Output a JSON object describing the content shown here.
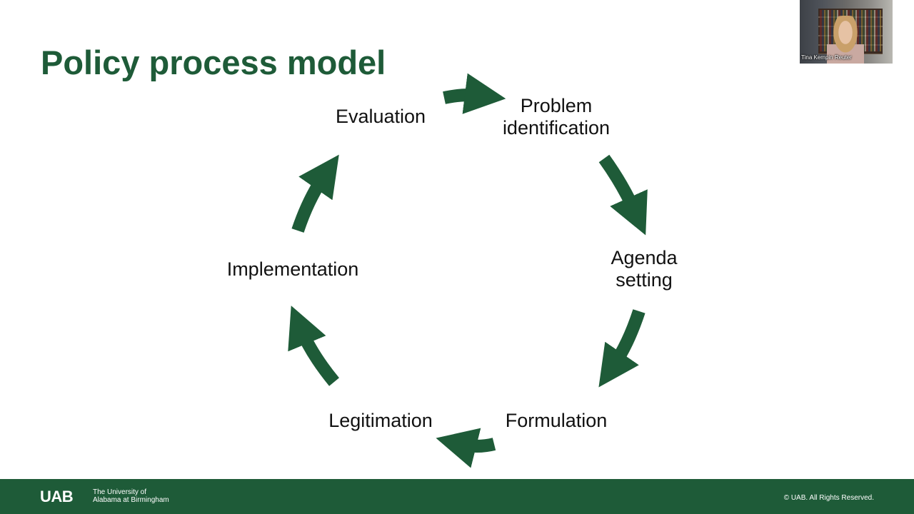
{
  "slide": {
    "title": "Policy process model",
    "accent_color": "#1e5b38"
  },
  "cycle": {
    "arrow_icon": "curved-arrow-icon",
    "stages": [
      {
        "lines": [
          "Problem",
          "identification"
        ]
      },
      {
        "lines": [
          "Agenda",
          "setting"
        ]
      },
      {
        "lines": [
          "Formulation"
        ]
      },
      {
        "lines": [
          "Legitimation"
        ]
      },
      {
        "lines": [
          "Implementation"
        ]
      },
      {
        "lines": [
          "Evaluation"
        ]
      }
    ]
  },
  "video": {
    "participant_name": "Tina Kempin Reuter"
  },
  "footer": {
    "logo": "UAB",
    "university_line1": "The University of",
    "university_line2": "Alabama at Birmingham",
    "copyright": "© UAB. All Rights Reserved."
  }
}
